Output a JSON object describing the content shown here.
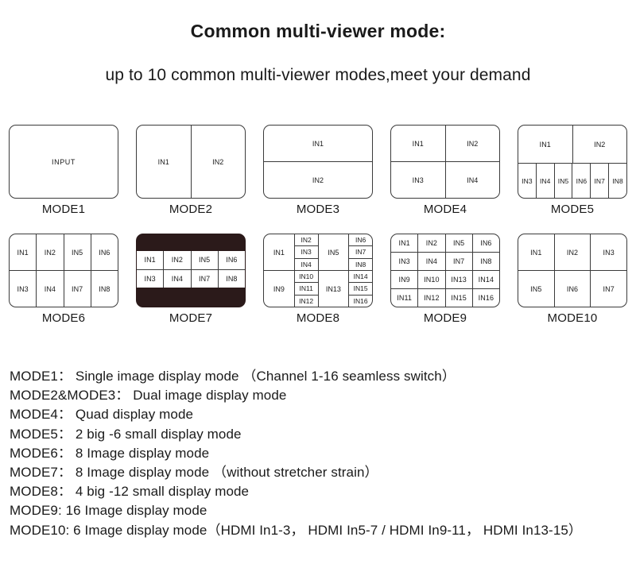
{
  "header": {
    "title": "Common multi-viewer mode:",
    "subtitle": "up to 10 common multi-viewer modes,meet your demand"
  },
  "modes": [
    {
      "label": "MODE1",
      "layout": "single",
      "rows": [
        [
          "INPUT"
        ]
      ]
    },
    {
      "label": "MODE2",
      "layout": "vsplit2",
      "rows": [
        [
          "IN1",
          "IN2"
        ]
      ]
    },
    {
      "label": "MODE3",
      "layout": "hsplit2",
      "rows": [
        [
          "IN1"
        ],
        [
          "IN2"
        ]
      ]
    },
    {
      "label": "MODE4",
      "layout": "grid2x2",
      "rows": [
        [
          "IN1",
          "IN2"
        ],
        [
          "IN3",
          "IN4"
        ]
      ]
    },
    {
      "label": "MODE5",
      "layout": "two-big-six-small",
      "rows": [
        [
          "IN1",
          "IN2"
        ],
        [
          "IN3",
          "IN4",
          "IN5",
          "IN6",
          "IN7",
          "IN8"
        ]
      ]
    },
    {
      "label": "MODE6",
      "layout": "grid4x2",
      "rows": [
        [
          "IN1",
          "IN2",
          "IN5",
          "IN6"
        ],
        [
          "IN3",
          "IN4",
          "IN7",
          "IN8"
        ]
      ]
    },
    {
      "label": "MODE7",
      "layout": "grid4x2-letterbox",
      "rows": [
        [
          "IN1",
          "IN2",
          "IN5",
          "IN6"
        ],
        [
          "IN3",
          "IN4",
          "IN7",
          "IN8"
        ]
      ]
    },
    {
      "label": "MODE8",
      "layout": "four-big-twelve-small",
      "quadrants": [
        {
          "big": "IN1",
          "small": [
            "IN2",
            "IN3",
            "IN4"
          ]
        },
        {
          "big": "IN5",
          "small": [
            "IN6",
            "IN7",
            "IN8"
          ]
        },
        {
          "big": "IN9",
          "small": [
            "IN10",
            "IN11",
            "IN12"
          ]
        },
        {
          "big": "IN13",
          "small": [
            "IN14",
            "IN15",
            "IN16"
          ]
        }
      ]
    },
    {
      "label": "MODE9",
      "layout": "grid4x4",
      "rows": [
        [
          "IN1",
          "IN2",
          "IN5",
          "IN6"
        ],
        [
          "IN3",
          "IN4",
          "IN7",
          "IN8"
        ],
        [
          "IN9",
          "IN10",
          "IN13",
          "IN14"
        ],
        [
          "IN11",
          "IN12",
          "IN15",
          "IN16"
        ]
      ]
    },
    {
      "label": "MODE10",
      "layout": "grid3x2",
      "rows": [
        [
          "IN1",
          "IN2",
          "IN3"
        ],
        [
          "IN5",
          "IN6",
          "IN7"
        ]
      ]
    }
  ],
  "descriptions": [
    "MODE1： Single image display mode （Channel 1-16 seamless switch）",
    "MODE2&MODE3： Dual image display mode",
    "MODE4： Quad display mode",
    "MODE5： 2 big -6 small display mode",
    "MODE6： 8 Image display mode",
    "MODE7： 8 Image display mode （without stretcher strain）",
    "MODE8： 4 big -12 small display mode",
    "MODE9: 16 Image display mode",
    "MODE10: 6 Image display mode（HDMI In1-3， HDMI In5-7 / HDMI In9-11， HDMI In13-15）"
  ],
  "colors": {
    "border": "#3b3b3b",
    "letterbox": "#2b1a1a",
    "text": "#1a1a1a",
    "background": "#ffffff"
  }
}
